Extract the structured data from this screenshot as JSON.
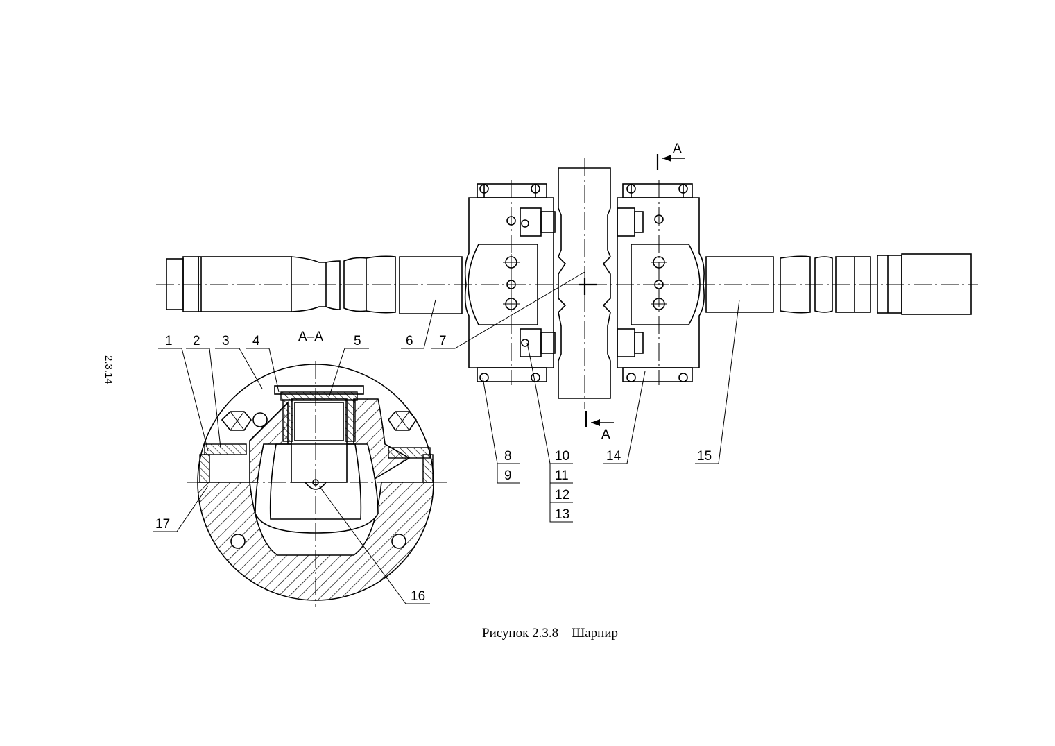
{
  "page_number": "2.3.14",
  "caption": "Рисунок 2.3.8 – Шарнир",
  "section_title": "А–А",
  "section_mark_top": "А",
  "section_mark_bottom": "А",
  "callouts": [
    "1",
    "2",
    "3",
    "4",
    "5",
    "6",
    "7",
    "8",
    "9",
    "10",
    "11",
    "12",
    "13",
    "14",
    "15",
    "16",
    "17"
  ]
}
